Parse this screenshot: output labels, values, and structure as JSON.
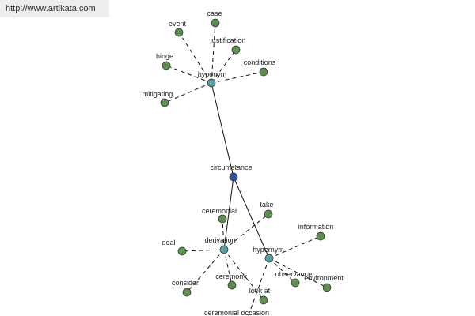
{
  "site_url": "http://www.artikata.com",
  "colors": {
    "leaf_node": "#5d8f4e",
    "relation_node": "#5a9ea2",
    "center_node": "#31529c",
    "edge": "#111111"
  },
  "graph": {
    "center": {
      "id": "circumstance",
      "label": "circumstance"
    },
    "relation_nodes": [
      {
        "id": "hyponym",
        "label": "hyponym"
      },
      {
        "id": "derivation",
        "label": "derivation"
      },
      {
        "id": "hypernym",
        "label": "hypernym"
      }
    ],
    "leaf_nodes": [
      {
        "id": "case",
        "label": "case",
        "parent": "hyponym"
      },
      {
        "id": "event",
        "label": "event",
        "parent": "hyponym"
      },
      {
        "id": "justification",
        "label": "justification",
        "parent": "hyponym"
      },
      {
        "id": "hinge",
        "label": "hinge",
        "parent": "hyponym"
      },
      {
        "id": "conditions",
        "label": "conditions",
        "parent": "hyponym"
      },
      {
        "id": "mitigating",
        "label": "mitigating",
        "parent": "hyponym"
      },
      {
        "id": "ceremonial",
        "label": "ceremonial",
        "parent": "derivation"
      },
      {
        "id": "take",
        "label": "take",
        "parent": "derivation"
      },
      {
        "id": "deal",
        "label": "deal",
        "parent": "derivation"
      },
      {
        "id": "consider",
        "label": "consider",
        "parent": "derivation"
      },
      {
        "id": "ceremony",
        "label": "ceremony",
        "parent": "derivation"
      },
      {
        "id": "look_at",
        "label": "look at",
        "parent": "derivation"
      },
      {
        "id": "information",
        "label": "information",
        "parent": "hypernym"
      },
      {
        "id": "observance",
        "label": "observance",
        "parent": "hypernym"
      },
      {
        "id": "environment",
        "label": "environment",
        "parent": "hypernym"
      },
      {
        "id": "ceremonial_occasion",
        "label": "ceremonial occasion",
        "parent": "hypernym"
      }
    ],
    "solid_edges": [
      [
        "circumstance",
        "hyponym"
      ],
      [
        "circumstance",
        "derivation"
      ],
      [
        "circumstance",
        "hypernym"
      ]
    ]
  }
}
